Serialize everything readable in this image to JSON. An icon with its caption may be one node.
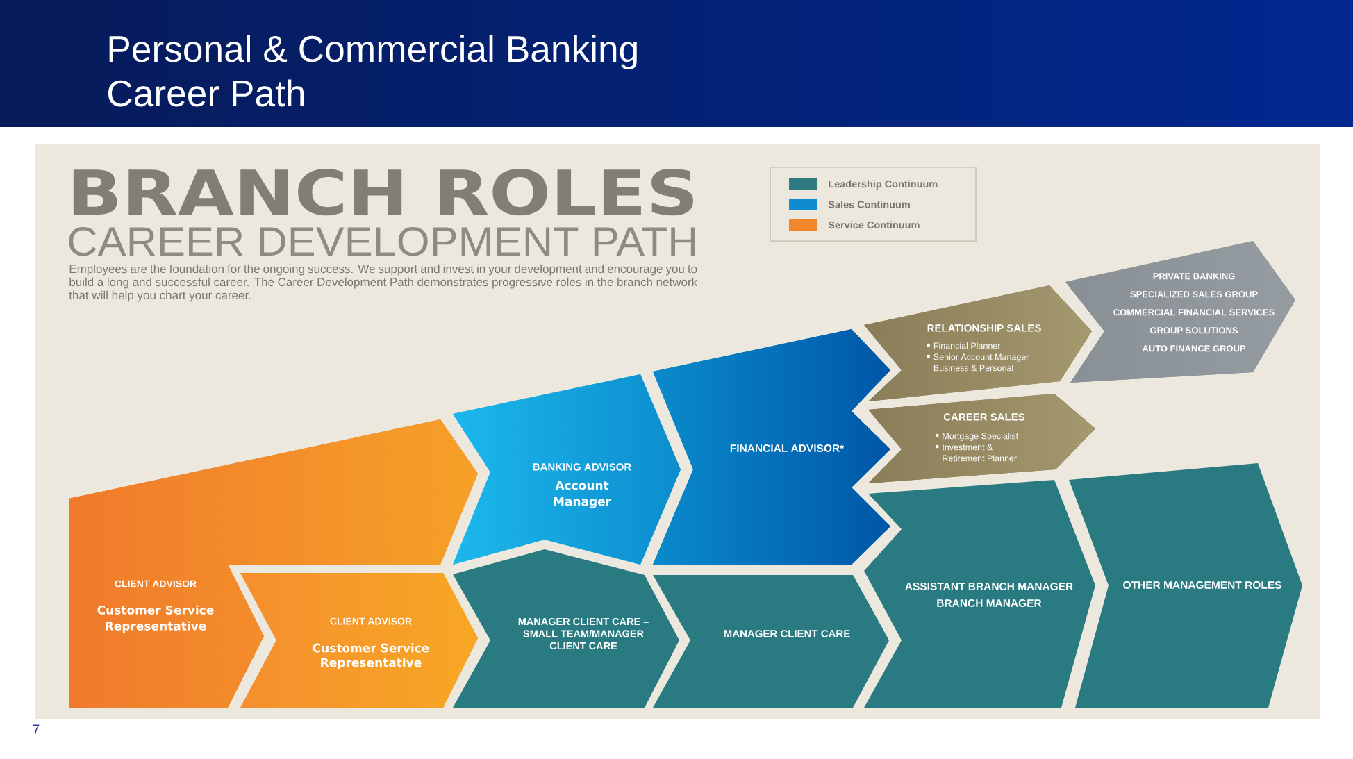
{
  "diagram": {
    "title": "Personal & Commercial Banking Career Path",
    "nodes": [
      {
        "text": [
          "CLIENT ADVISOR",
          "Customer Service Representative"
        ]
      },
      {
        "text": [
          "CLIENT ADVISOR",
          "Customer Service Representative"
        ]
      },
      {
        "text": [
          "BANKING ADVISOR",
          "Account Manager"
        ]
      },
      {
        "text": [
          "MANAGER CLIENT CARE – SMALL TEAM/MANAGER CLIENT CARE"
        ]
      },
      {
        "text": [
          "FINANCIAL ADVISOR*"
        ]
      },
      {
        "text": [
          "MANAGER CLIENT CARE"
        ]
      },
      {
        "text": [
          "RELATIONSHIP SALES",
          "Financial Planner",
          "Senior Account Manager Business & Personal"
        ]
      },
      {
        "text": [
          "CAREER SALES",
          "Mortgage Specialist",
          "Investment & Retirement Planner"
        ]
      },
      {
        "text": [
          "ASSISTANT BRANCH MANAGER",
          "BRANCH MANAGER"
        ]
      },
      {
        "text": [
          "PRIVATE BANKING",
          "SPECIALIZED SALES GROUP",
          "COMMERCIAL FINANCIAL SERVICES",
          "GROUP SOLUTIONS",
          "AUTO FINANCE GROUP"
        ]
      },
      {
        "text": [
          "OTHER MANAGEMENT ROLES"
        ]
      }
    ],
    "labels": [
      "BRANCH ROLES",
      "CAREER DEVELOPMENT PATH",
      "Employees are the foundation for the ongoing success. We support and invest in your development and encourage you to build a long and successful career. The Career Development Path demonstrates progressive roles in the branch network that will help you chart your career.",
      "7"
    ],
    "legend": [
      {
        "text": "Leadership Continuum",
        "color": "#2e7c82"
      },
      {
        "text": "Sales Continuum",
        "color": "#0f8bd0"
      },
      {
        "text": "Service Continuum",
        "color": "#f4862b"
      }
    ]
  }
}
